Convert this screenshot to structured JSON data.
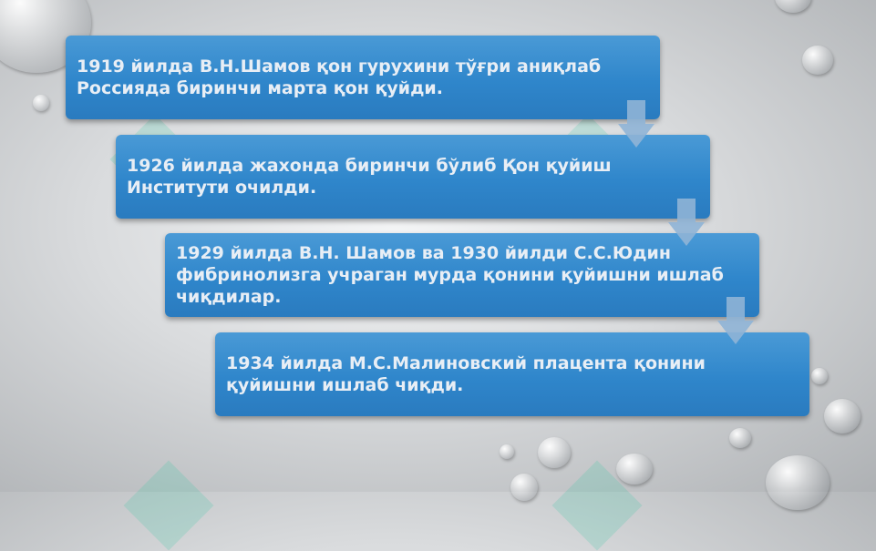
{
  "steps": [
    {
      "text": "1919 йилда В.Н.Шамов қон гурухини тўғри аниқлаб Россияда биринчи марта қон қуйди."
    },
    {
      "text": "1926 йилда жахонда биринчи бўлиб Қон қуйиш Институти очилди."
    },
    {
      "text": "1929 йилда В.Н. Шамов ва 1930 йилди С.С.Юдин фибринолизга учраган мурда қонини қуйишни ишлаб чиқдилар."
    },
    {
      "text": "1934 йилда М.С.Малиновский плацента қонини қуйишни ишлаб чиқди."
    }
  ],
  "colors": {
    "box": "#2f86cb",
    "arrow": "#8fb4d6",
    "text": "#e8eef5"
  },
  "icons": [
    "down-arrow-icon",
    "water-drop-icon"
  ]
}
